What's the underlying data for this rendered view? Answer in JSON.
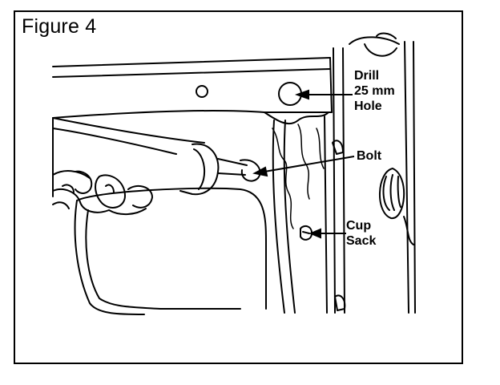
{
  "figure": {
    "title": "Figure 4",
    "callouts": {
      "drill": [
        "Drill",
        "25 mm",
        "Hole"
      ],
      "bolt": "Bolt",
      "cup_sack": [
        "Cup",
        "Sack"
      ]
    }
  },
  "colors": {
    "ink": "#000000",
    "paper": "#ffffff"
  }
}
